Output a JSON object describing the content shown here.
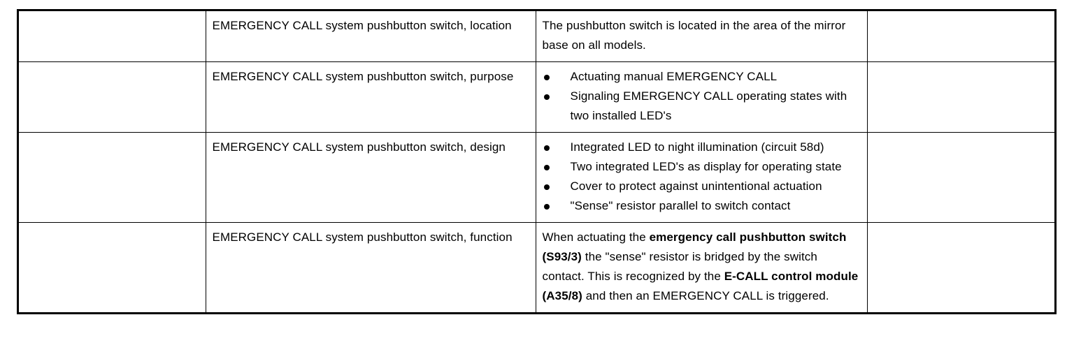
{
  "document": {
    "type": "specification-table",
    "columns": 4,
    "rows": 4,
    "text_color": "#000000",
    "background_color": "#ffffff",
    "border_color": "#000000"
  },
  "table": {
    "rows": [
      {
        "id": "row-location",
        "col1": "",
        "col2": "EMERGENCY CALL system pushbutton switch, location",
        "col3_type": "paragraph",
        "col3_text": "The pushbutton switch is located in the area of the mirror base on all models.",
        "col4": ""
      },
      {
        "id": "row-purpose",
        "col1": "",
        "col2": "EMERGENCY CALL system pushbutton switch, purpose",
        "col3_type": "bullets",
        "col3_bullets": [
          "Actuating manual EMERGENCY CALL",
          "Signaling EMERGENCY CALL operating states with two installed LED's"
        ],
        "col4": ""
      },
      {
        "id": "row-design",
        "col1": "",
        "col2": "EMERGENCY CALL system pushbutton switch, design",
        "col3_type": "bullets",
        "col3_bullets": [
          "Integrated LED to night illumination (circuit 58d)",
          "Two integrated LED's as display for operating state",
          "Cover to protect against unintentional actuation",
          "\"Sense\" resistor parallel to switch contact"
        ],
        "col4": ""
      },
      {
        "id": "row-function",
        "col1": "",
        "col2": "EMERGENCY CALL system pushbutton switch, function",
        "col3_type": "rich",
        "col3_runs": [
          {
            "text": "When actuating the ",
            "bold": false
          },
          {
            "text": "emergency call pushbutton switch (S93/3)",
            "bold": true
          },
          {
            "text": " the \"sense\" resistor is bridged by the switch contact. This is recognized by the ",
            "bold": false
          },
          {
            "text": "E-CALL control module (A35/8)",
            "bold": true
          },
          {
            "text": " and then an EMERGENCY CALL is triggered.",
            "bold": false
          }
        ],
        "col4": ""
      }
    ]
  }
}
